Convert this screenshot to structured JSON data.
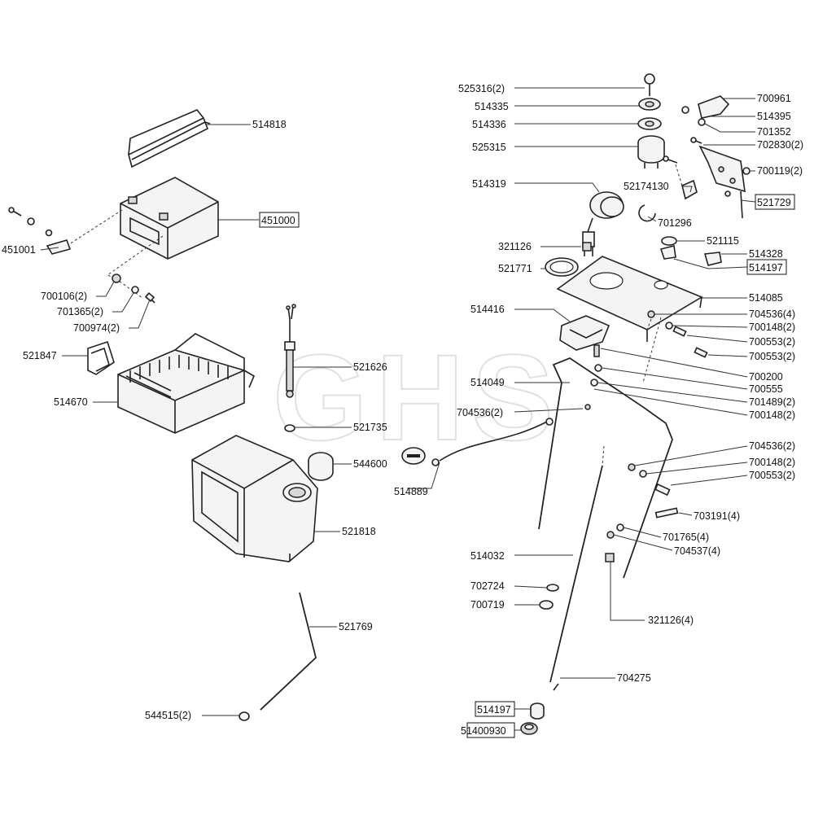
{
  "watermark": "GHS",
  "labels": {
    "p514818": "514818",
    "p451000": "451000",
    "p451001": "451001",
    "p700106": "700106(2)",
    "p701365": "701365(2)",
    "p700974": "700974(2)",
    "p521847": "521847",
    "p514670": "514670",
    "p521626": "521626",
    "p521735": "521735",
    "p544600": "544600",
    "p521818": "521818",
    "p521769": "521769",
    "p544515": "544515(2)",
    "p514889": "514889",
    "p525316": "525316(2)",
    "p514335": "514335",
    "p514336": "514336",
    "p525315": "525315",
    "p514319": "514319",
    "p52174130": "52174130",
    "p701296": "701296",
    "p700961": "700961",
    "p514395": "514395",
    "p701352": "701352",
    "p702830": "702830(2)",
    "p700119": "700119(2)",
    "p521729": "521729",
    "p321126a": "321126",
    "p521771": "521771",
    "p521115": "521115",
    "p514328": "514328",
    "p514197a": "514197",
    "p514085": "514085",
    "p514416": "514416",
    "p704536a": "704536(4)",
    "p700148a": "700148(2)",
    "p700553a": "700553(2)",
    "p700553b": "700553(2)",
    "p700200": "700200",
    "p514049": "514049",
    "p700555": "700555",
    "p701489": "701489(2)",
    "p704536b": "704536(2)",
    "p700148b": "700148(2)",
    "p704536c": "704536(2)",
    "p700148c": "700148(2)",
    "p700553c": "700553(2)",
    "p703191": "703191(4)",
    "p701765": "701765(4)",
    "p704537": "704537(4)",
    "p514032": "514032",
    "p702724": "702724",
    "p700719": "700719",
    "p321126b": "321126(4)",
    "p704275": "704275",
    "p514197b": "514197",
    "p51400930": "51400930"
  }
}
